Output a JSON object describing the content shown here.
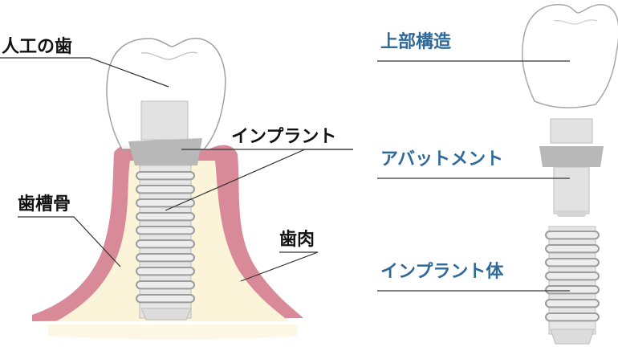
{
  "left_diagram": {
    "labels": {
      "artificial_tooth": "人工の歯",
      "implant": "インプラント",
      "alveolar_bone": "歯槽骨",
      "gum": "歯肉"
    }
  },
  "right_diagram": {
    "labels": {
      "superstructure": "上部構造",
      "abutment": "アバットメント",
      "implant_body": "インプラント体"
    }
  },
  "colors": {
    "gum": "#d98a99",
    "bone": "#fbf4d8",
    "crown_fill": "#ffffff",
    "crown_stroke": "#8e8e8e",
    "metal_light": "#e2e2e2",
    "metal_dark": "#b5b5b5",
    "right_label": "#2f6a9a",
    "left_label": "#111111"
  }
}
